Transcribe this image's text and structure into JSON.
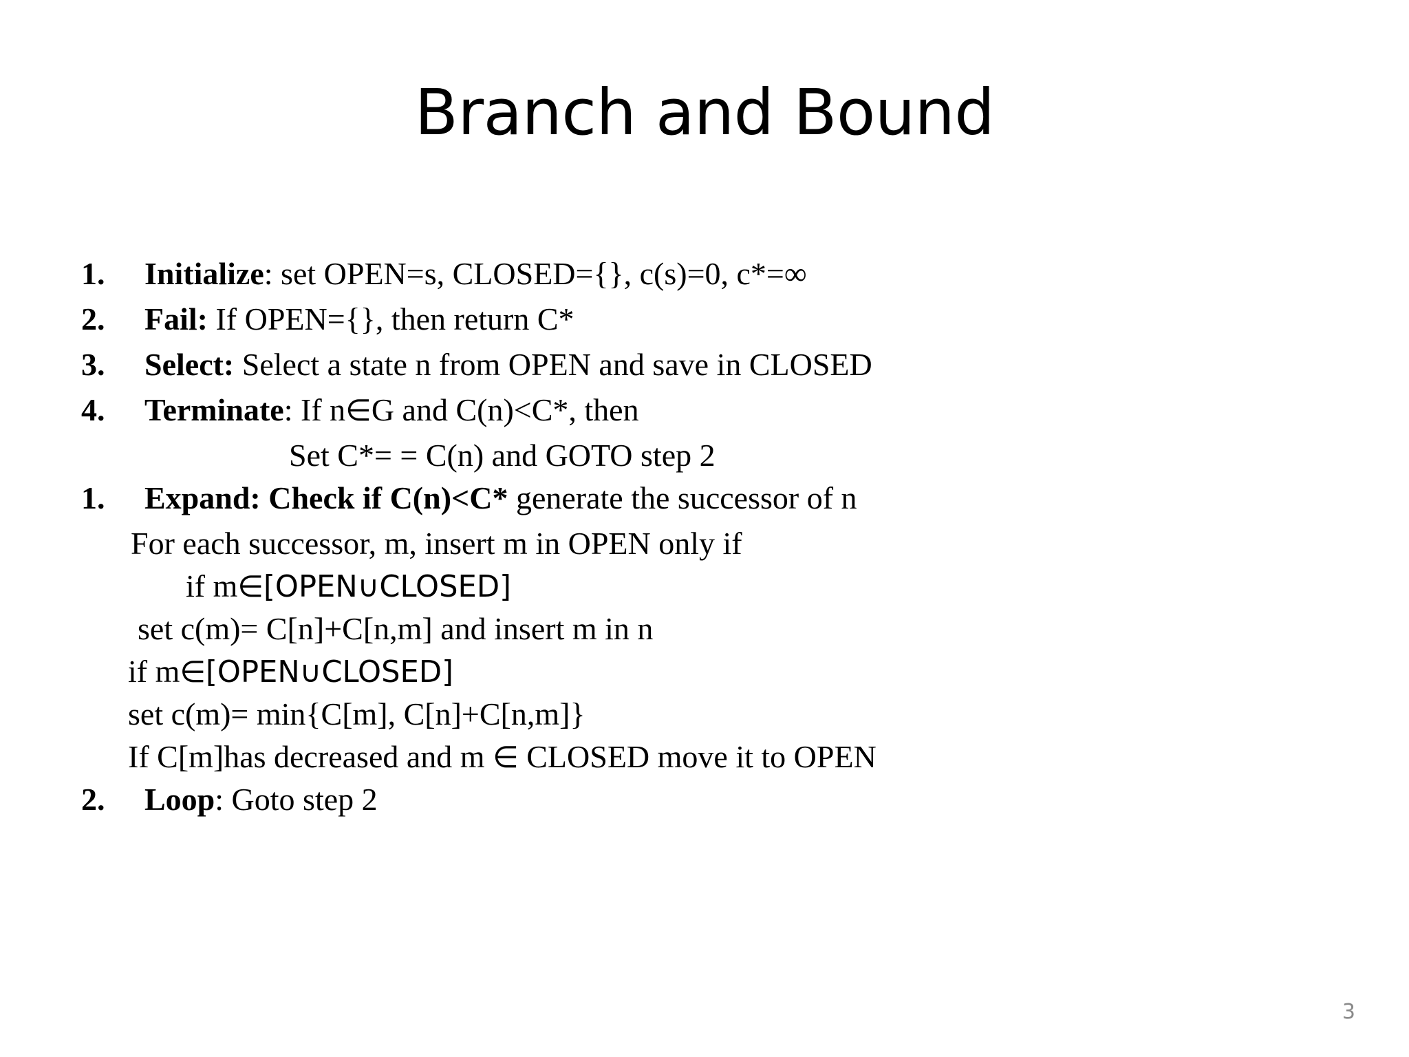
{
  "slide": {
    "title": "Branch and Bound",
    "page_number": "3",
    "page_number_color": "#898989",
    "background_color": "#ffffff",
    "text_color": "#000000"
  },
  "algorithm": {
    "steps": [
      {
        "marker": "1.",
        "label": "Initialize",
        "separator": ": ",
        "rest": "set OPEN=s, CLOSED={}, c(s)=0, c*=∞"
      },
      {
        "marker": "2.",
        "label": "Fail:",
        "separator": " ",
        "rest": "If OPEN={}, then return C*"
      },
      {
        "marker": "3.",
        "label": "Select:",
        "separator": " ",
        "rest": "Select a state n from OPEN and save in CLOSED"
      },
      {
        "marker": "4.",
        "label": "Terminate",
        "separator": ": ",
        "rest_a": "If n",
        "sym_in": "∈",
        "rest_b": "G and C(n)<C*, then"
      },
      {
        "marker": "1.",
        "label": "Expand: Check if C(n)<C*",
        "separator": "  ",
        "rest": "generate the successor of n"
      },
      {
        "marker": "2.",
        "label": "Loop",
        "separator": ": ",
        "rest": "Goto step 2"
      }
    ],
    "sub_lines": {
      "terminate_set": "Set C*= = C(n) and GOTO step 2",
      "for_each": "For each successor, m, insert m in OPEN only if",
      "if_member_1_pre": "if m",
      "if_member_1_sym": "∈[OPEN∪CLOSED]",
      "set_cm_1": "set c(m)= C[n]+C[n,m] and insert m in n",
      "if_member_2_pre": "if m",
      "if_member_2_sym": "∈[OPEN∪CLOSED]",
      "set_cm_2": "set c(m)= min{C[m], C[n]+C[n,m]}",
      "decreased_pre": "If C[m]has decreased and m ",
      "decreased_sym": "∈",
      "decreased_post": " CLOSED move it to OPEN"
    }
  }
}
